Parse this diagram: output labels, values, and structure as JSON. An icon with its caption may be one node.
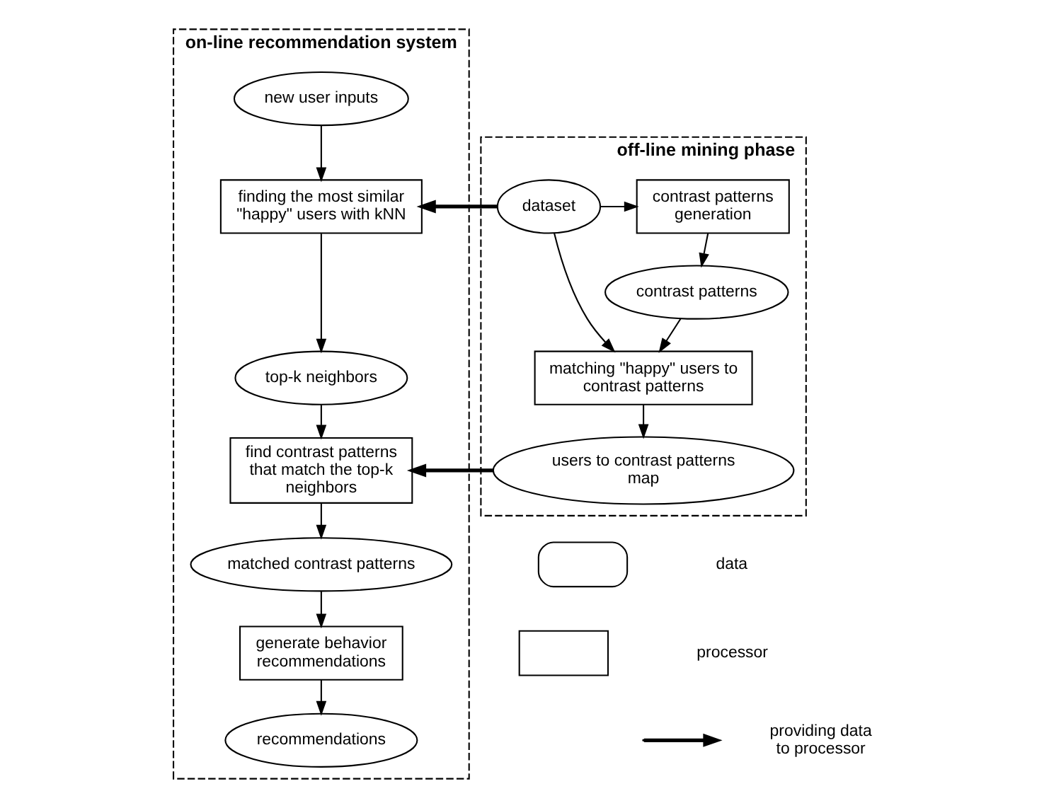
{
  "diagram": {
    "nodes": [
      {
        "text": [
          "on-line recommendation system"
        ]
      },
      {
        "text": [
          "new user inputs"
        ],
        "in": 0
      },
      {
        "text": [
          "finding the most similar \"happy\" users with kNN"
        ],
        "in": 0
      },
      {
        "text": [
          "top-k neighbors"
        ],
        "in": 0
      },
      {
        "text": [
          "find contrast patterns that match the top-k neighbors"
        ],
        "in": 0
      },
      {
        "text": [
          "matched contrast patterns"
        ],
        "in": 0
      },
      {
        "text": [
          "generate behavior recommendations"
        ],
        "in": 0
      },
      {
        "text": [
          "recommendations"
        ],
        "in": 0
      },
      {
        "text": [
          "off-line mining phase"
        ]
      },
      {
        "text": [
          "dataset"
        ],
        "in": 8
      },
      {
        "text": [
          "contrast patterns generation"
        ],
        "in": 8
      },
      {
        "text": [
          "matching \"happy\" users to contrast patterns"
        ],
        "in": 8
      },
      {
        "text": [
          "contrast patterns"
        ],
        "in": 8
      },
      {
        "text": [
          "users to contrast patterns map"
        ],
        "in": 8
      }
    ],
    "edges": [
      {
        "from": 1,
        "to": 2,
        "arrow": "to"
      },
      {
        "from": 2,
        "to": 3,
        "arrow": "to"
      },
      {
        "from": 3,
        "to": 4,
        "arrow": "to"
      },
      {
        "from": 4,
        "to": 5,
        "arrow": "to"
      },
      {
        "from": 5,
        "to": 6,
        "arrow": "to"
      },
      {
        "from": 6,
        "to": 7,
        "arrow": "to"
      },
      {
        "from": 9,
        "to": 2,
        "arrow": "to",
        "style": "thick"
      },
      {
        "from": 9,
        "to": 10,
        "arrow": "to"
      },
      {
        "from": 9,
        "to": 11,
        "arrow": "to"
      },
      {
        "from": 10,
        "to": 12,
        "arrow": "to"
      },
      {
        "from": 12,
        "to": 11,
        "arrow": "to"
      },
      {
        "from": 11,
        "to": 13,
        "arrow": "to"
      },
      {
        "from": 13,
        "to": 4,
        "arrow": "to",
        "style": "thick"
      }
    ],
    "legend": [
      {
        "text": "data"
      },
      {
        "text": "processor"
      },
      {
        "text": "providing data to processor"
      }
    ]
  }
}
